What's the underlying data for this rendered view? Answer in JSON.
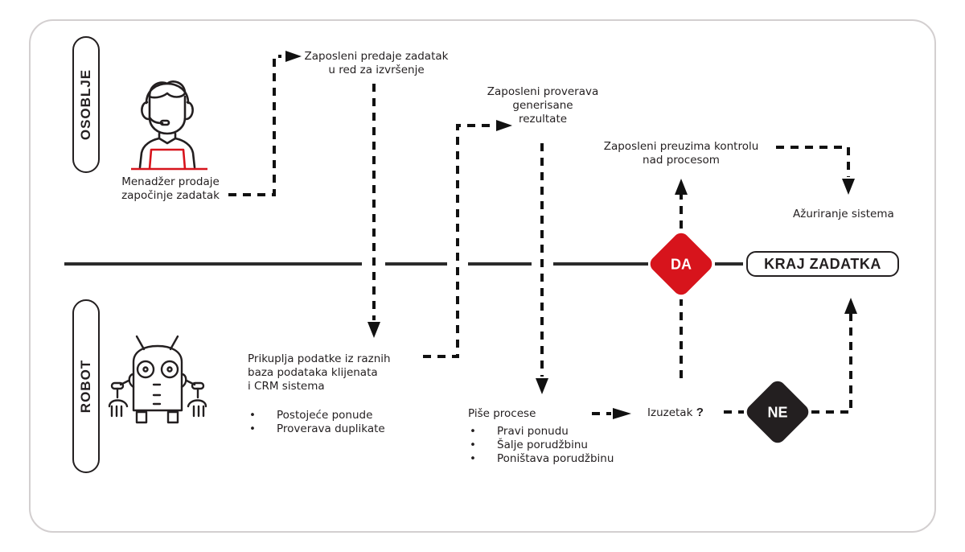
{
  "lanes": {
    "staff": "OSOBLJE",
    "robot": "ROBOT"
  },
  "colors": {
    "accent_red": "#d7141c",
    "dark": "#231f20",
    "frame": "#d3cfd0"
  },
  "icons": {
    "staff": "headset-agent-laptop-icon",
    "robot": "robot-icon"
  },
  "steps": {
    "manager_start": [
      "Menadžer prodaje",
      "započinje zadatak"
    ],
    "submit_queue": [
      "Zaposleni predaje zadatak",
      "u red za izvršenje"
    ],
    "collect_data": [
      "Prikuplja podatke iz raznih",
      "baza podataka klijenata",
      "i CRM sistema"
    ],
    "collect_bullets": [
      "Postojeće ponude",
      "Proverava duplikate"
    ],
    "check_results": [
      "Zaposleni proverava",
      "generisane",
      "rezultate"
    ],
    "write_processes": "Piše procese",
    "write_bullets": [
      "Pravi ponudu",
      "Šalje porudžbinu",
      "Poništava porudžbinu"
    ],
    "exception": "Izuzetak",
    "exception_mark": "?",
    "take_control": [
      "Zaposleni preuzima kontrolu",
      "nad procesom"
    ],
    "update_system": "Ažuriranje sistema"
  },
  "decisions": {
    "yes": "DA",
    "no": "NE"
  },
  "end": "KRAJ ZADATKA"
}
